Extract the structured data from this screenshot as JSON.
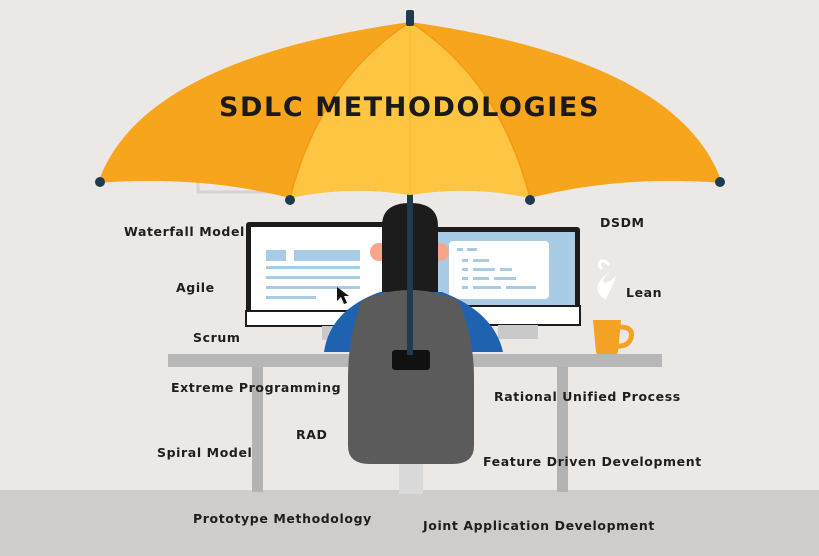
{
  "title": "SDLC METHODOLOGIES",
  "methodologies": [
    "Waterfall Model",
    "Agile",
    "Scrum",
    "Extreme Programming",
    "Spiral Model",
    "RAD",
    "Prototype Methodology",
    "DSDM",
    "Lean",
    "Rational Unified Process",
    "Feature Driven Development",
    "Joint Application Development"
  ],
  "colors": {
    "background": "#ebe8e5",
    "floor": "#cfcccb",
    "umbrella_orange": "#f7a51c",
    "umbrella_yellow": "#fec542",
    "pole": "#1e3b4f",
    "screen_blue": "#a8cbe6",
    "shirt_blue": "#1f62b0",
    "hair": "#1c1c1c",
    "chair": "#5b5b5b",
    "desk": "#b7b7b7",
    "mug": "#f3a223"
  }
}
